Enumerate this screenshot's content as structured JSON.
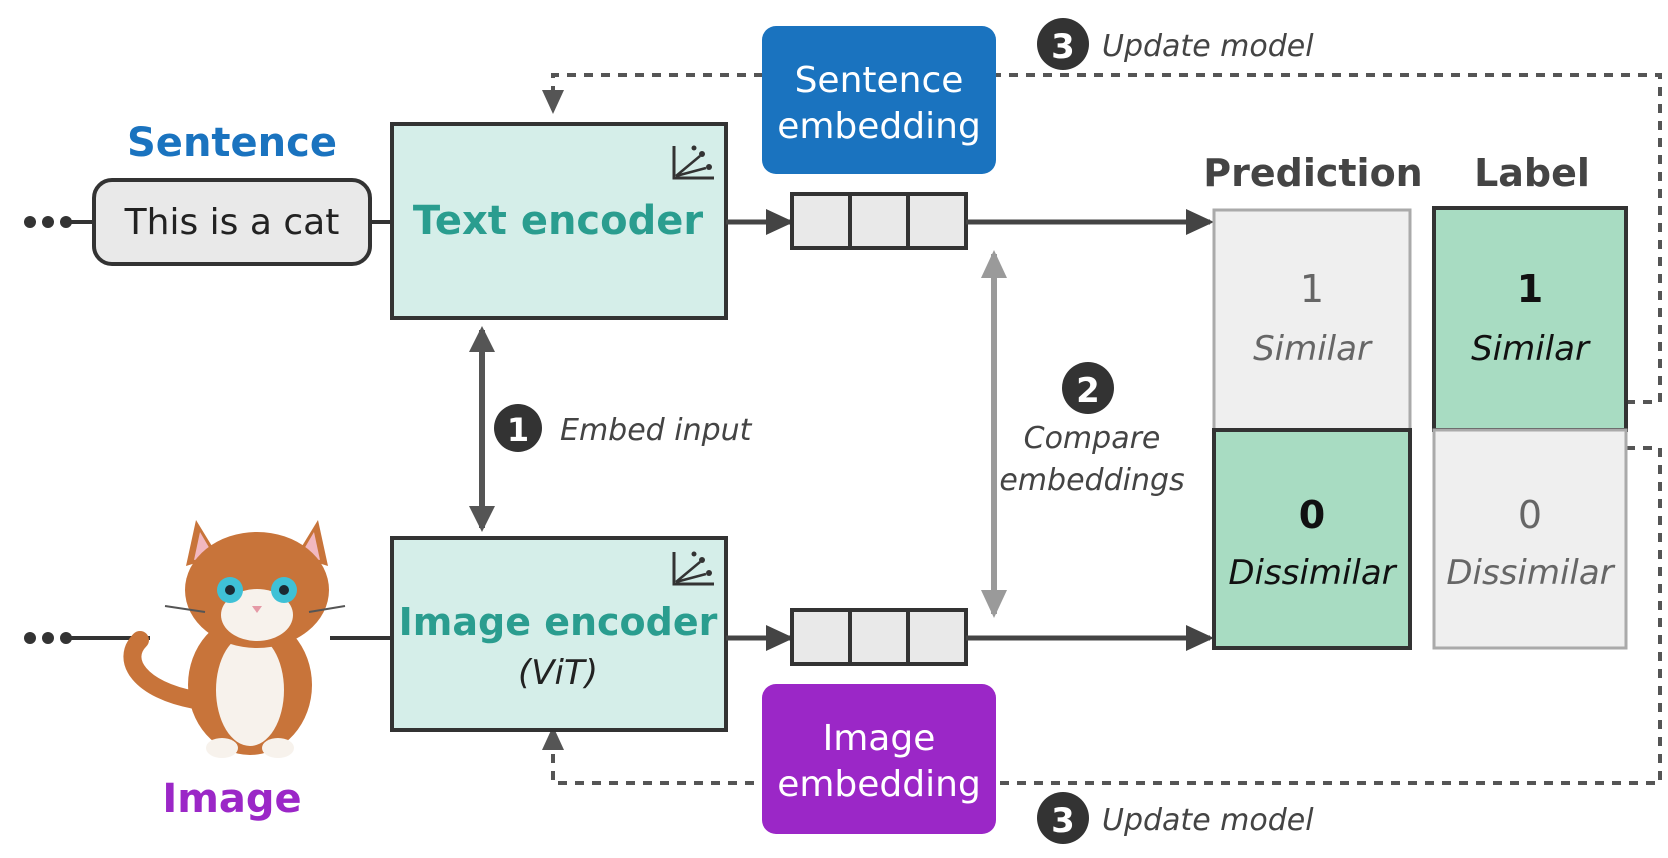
{
  "input": {
    "sentence_title": "Sentence",
    "sentence_text": "This is a cat",
    "image_title": "Image"
  },
  "encoders": {
    "text": "Text encoder",
    "image": "Image encoder",
    "image_sub": "(ViT)"
  },
  "embeddings": {
    "sentence_line1": "Sentence",
    "sentence_line2": "embedding",
    "image_line1": "Image",
    "image_line2": "embedding"
  },
  "steps": {
    "one_num": "1",
    "one_label": "Embed input",
    "two_num": "2",
    "two_line1": "Compare",
    "two_line2": "embeddings",
    "three_num": "3",
    "three_label": "Update model"
  },
  "table": {
    "prediction_header": "Prediction",
    "label_header": "Label",
    "pred_top_value": "1",
    "pred_top_text": "Similar",
    "pred_bottom_value": "0",
    "pred_bottom_text": "Dissimilar",
    "label_top_value": "1",
    "label_top_text": "Similar",
    "label_bottom_value": "0",
    "label_bottom_text": "Dissimilar"
  },
  "colors": {
    "sentence_blue": "#1a73bf",
    "image_purple": "#9b27c7",
    "encoder_fill": "#d5eee9",
    "encoder_text": "#2a9d8f",
    "green_cell": "#a8dcc2",
    "grey_cell": "#efefef",
    "gray_arrow": "#9a9a9a",
    "dark": "#333333"
  },
  "icons": {
    "encoder_icon": "embedding-scatter-icon",
    "cat": "pixel-cat-illustration"
  }
}
